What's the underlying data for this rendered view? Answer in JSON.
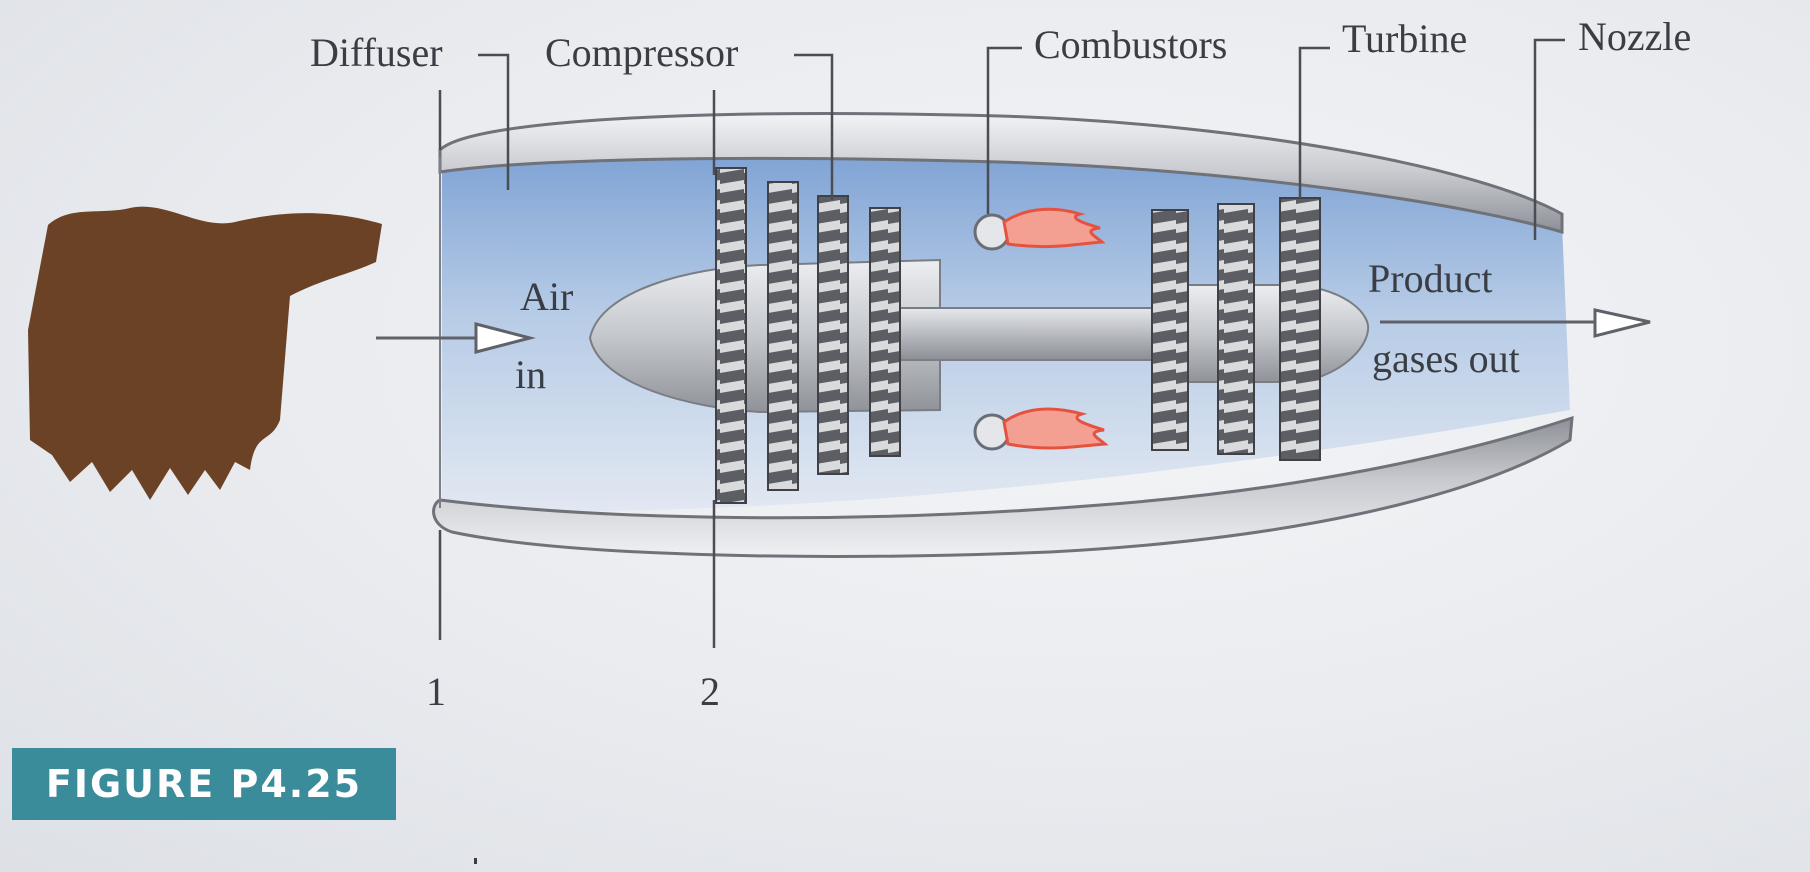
{
  "diagram": {
    "component_labels": {
      "diffuser": "Diffuser",
      "compressor": "Compressor",
      "combustors": "Combustors",
      "turbine": "Turbine",
      "nozzle": "Nozzle"
    },
    "flow_labels": {
      "air_in_line1": "Air",
      "air_in_line2": "in",
      "gases_out_line1": "Product",
      "gases_out_line2": "gases out"
    },
    "stations": {
      "station_1": "1",
      "station_2": "2"
    },
    "colors": {
      "interior_blue": "#9bb8df",
      "shell_gray": "#c9cbd0",
      "blade_dark": "#5a5c61",
      "flame": "#f08a7a",
      "redaction": "#6b4226",
      "caption_bg": "#3a8c9a"
    }
  },
  "caption": {
    "figure_label": "FIGURE P4.25"
  }
}
